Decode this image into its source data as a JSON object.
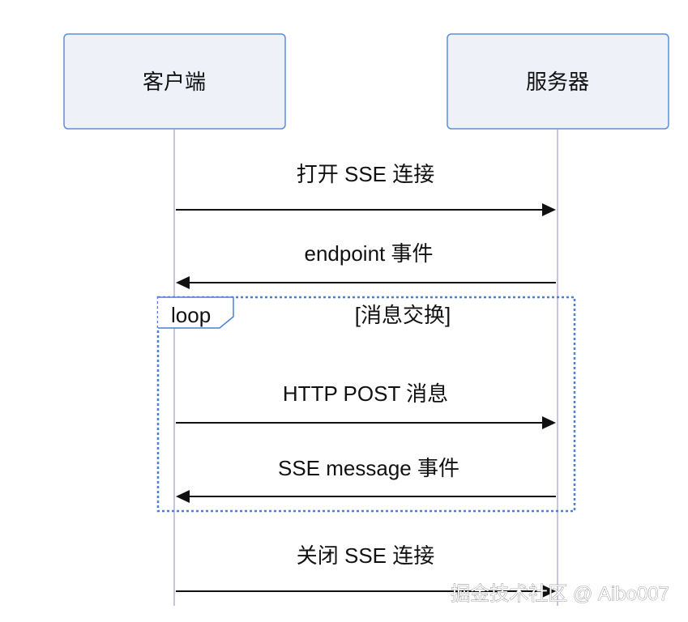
{
  "participants": {
    "client": {
      "label": "客户端"
    },
    "server": {
      "label": "服务器"
    }
  },
  "messages": [
    {
      "label": "打开 SSE 连接",
      "direction": "client-to-server"
    },
    {
      "label": "endpoint 事件",
      "direction": "server-to-client"
    },
    {
      "label": "HTTP POST 消息",
      "direction": "client-to-server"
    },
    {
      "label": "SSE message 事件",
      "direction": "server-to-client"
    },
    {
      "label": "关闭 SSE 连接",
      "direction": "client-to-server"
    }
  ],
  "loop": {
    "keyword": "loop",
    "label": "[消息交换]"
  },
  "watermark": "掘金技术社区 @ Aibo007",
  "colors": {
    "box_fill": "#eef2f8",
    "box_border": "#5b8fd8",
    "lifeline": "#c9c3e8",
    "arrow": "#111111",
    "loop_border": "#4a7fd4"
  }
}
